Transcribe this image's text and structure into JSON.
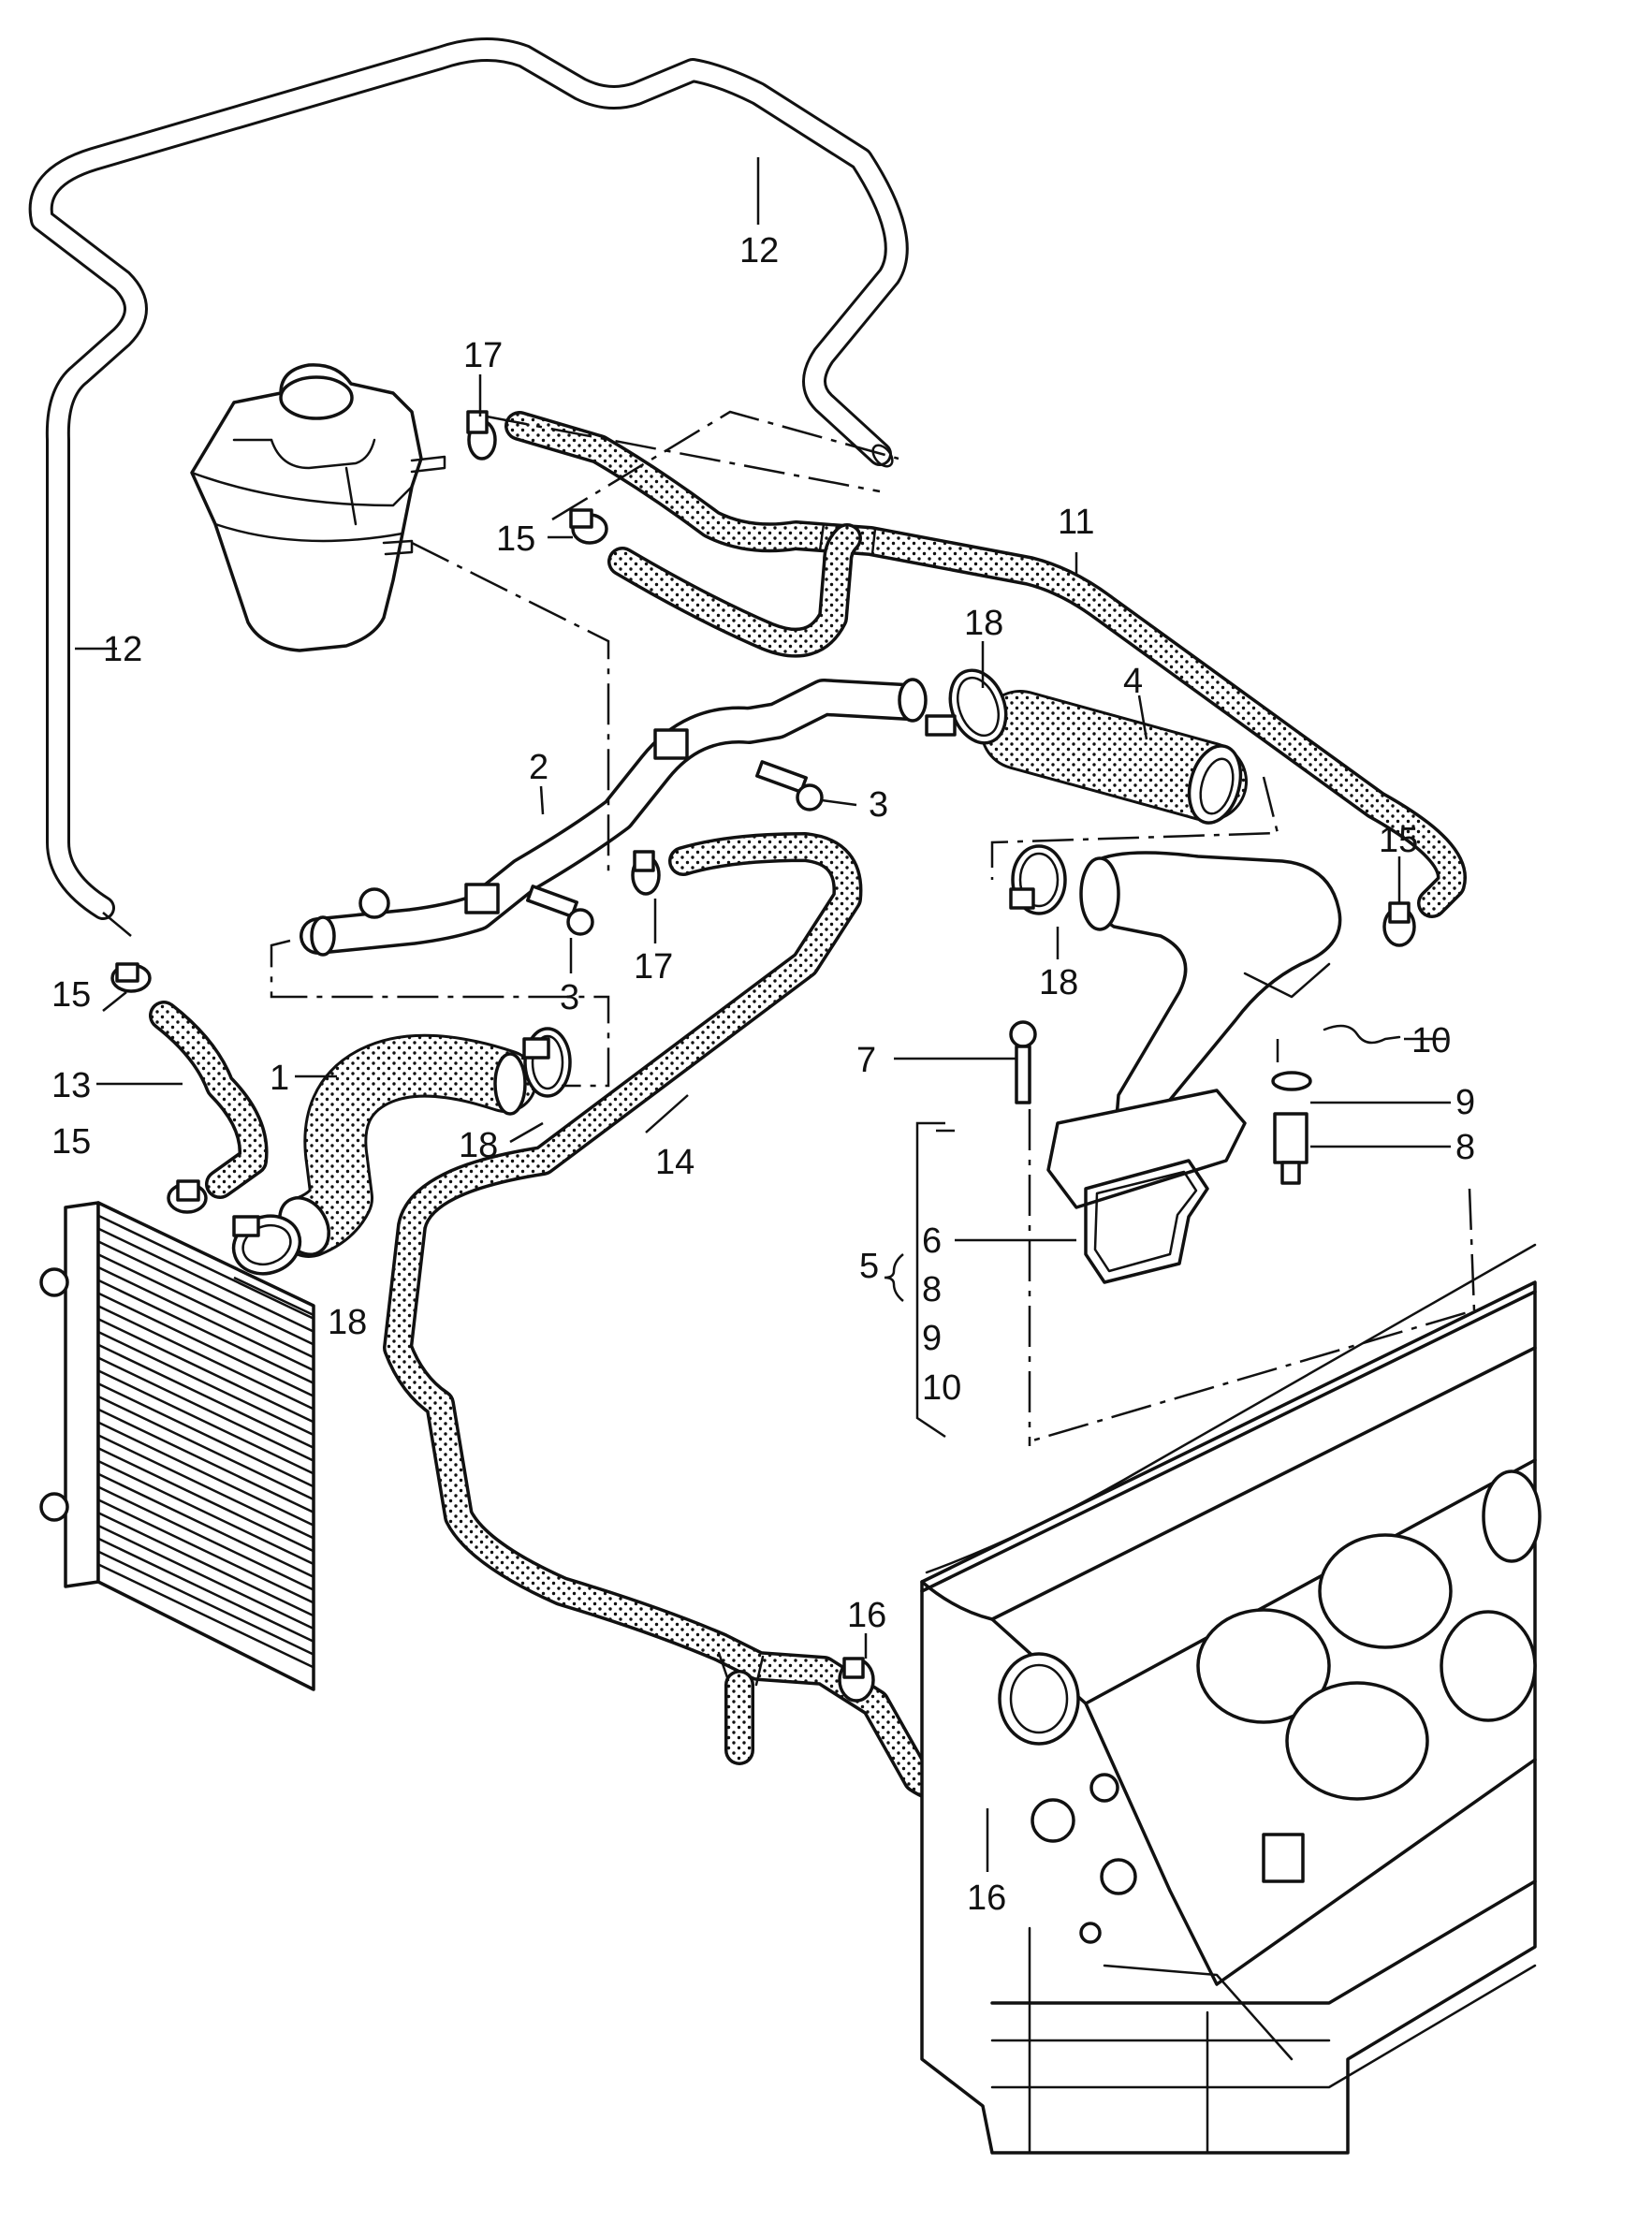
{
  "diagram": {
    "callouts": [
      {
        "id": "c12a",
        "text": "12"
      },
      {
        "id": "c12b",
        "text": "12"
      },
      {
        "id": "c17a",
        "text": "17"
      },
      {
        "id": "c15a",
        "text": "15"
      },
      {
        "id": "c11",
        "text": "11"
      },
      {
        "id": "c18a",
        "text": "18"
      },
      {
        "id": "c4",
        "text": "4"
      },
      {
        "id": "c2",
        "text": "2"
      },
      {
        "id": "c3a",
        "text": "3"
      },
      {
        "id": "c3b",
        "text": "3"
      },
      {
        "id": "c17b",
        "text": "17"
      },
      {
        "id": "c15b",
        "text": "15"
      },
      {
        "id": "c18b",
        "text": "18"
      },
      {
        "id": "c15c",
        "text": "15"
      },
      {
        "id": "c13",
        "text": "13"
      },
      {
        "id": "c1",
        "text": "1"
      },
      {
        "id": "c18c",
        "text": "18"
      },
      {
        "id": "c14",
        "text": "14"
      },
      {
        "id": "c7",
        "text": "7"
      },
      {
        "id": "c10a",
        "text": "10"
      },
      {
        "id": "c9a",
        "text": "9"
      },
      {
        "id": "c8a",
        "text": "8"
      },
      {
        "id": "c15d",
        "text": "15"
      },
      {
        "id": "c6",
        "text": "6"
      },
      {
        "id": "c5",
        "text": "5"
      },
      {
        "id": "c8b",
        "text": "8"
      },
      {
        "id": "c9b",
        "text": "9"
      },
      {
        "id": "c10b",
        "text": "10"
      },
      {
        "id": "c18d",
        "text": "18"
      },
      {
        "id": "c16a",
        "text": "16"
      },
      {
        "id": "c16b",
        "text": "16"
      }
    ]
  }
}
